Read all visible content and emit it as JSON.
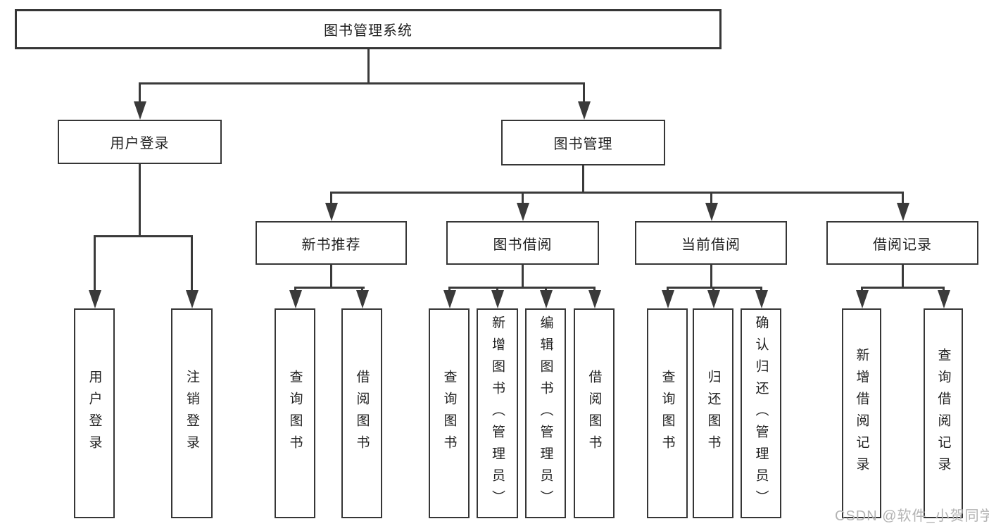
{
  "tree": {
    "root": {
      "label": "图书管理系统"
    },
    "level2": [
      {
        "label": "用户登录"
      },
      {
        "label": "图书管理"
      }
    ],
    "level3": [
      {
        "label": "新书推荐"
      },
      {
        "label": "图书借阅"
      },
      {
        "label": "当前借阅"
      },
      {
        "label": "借阅记录"
      }
    ],
    "leaves": [
      {
        "label": "用户登录"
      },
      {
        "label": "注销登录"
      },
      {
        "label": "查询图书"
      },
      {
        "label": "借阅图书"
      },
      {
        "label": "查询图书"
      },
      {
        "label": "新增图书（管理员）"
      },
      {
        "label": "编辑图书（管理员）"
      },
      {
        "label": "借阅图书"
      },
      {
        "label": "查询图书"
      },
      {
        "label": "归还图书"
      },
      {
        "label": "确认归还（管理员）"
      },
      {
        "label": "新增借阅记录"
      },
      {
        "label": "查询借阅记录"
      }
    ]
  },
  "watermark": {
    "text": "CSDN @软件_小贺同学"
  },
  "colors": {
    "line": "#3a3a3a",
    "box_border": "#363636",
    "text": "#1f1f1f",
    "watermark": "#b3b3b3",
    "background": "#ffffff"
  }
}
